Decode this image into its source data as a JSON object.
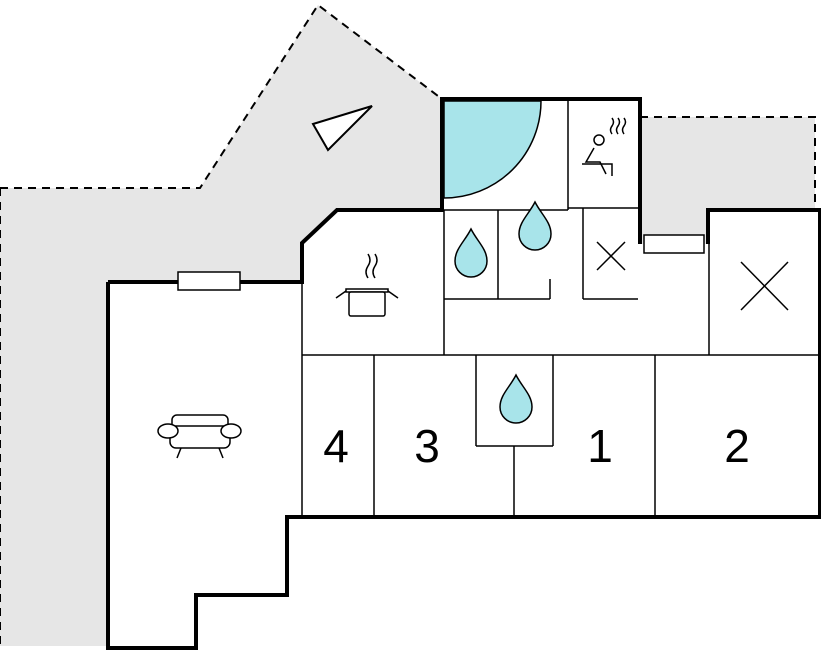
{
  "floorplan": {
    "rooms": [
      {
        "id": "bedroom-4",
        "label": "4",
        "type": "bedroom"
      },
      {
        "id": "bedroom-3",
        "label": "3",
        "type": "bedroom"
      },
      {
        "id": "bedroom-1",
        "label": "1",
        "type": "bedroom"
      },
      {
        "id": "bedroom-2",
        "label": "2",
        "type": "bedroom"
      }
    ],
    "symbols": [
      "sofa-icon",
      "cooking-pot-icon",
      "water-drop-icon",
      "sauna-icon",
      "cross-icon",
      "compass-arrow-icon",
      "pool-quarter-circle"
    ]
  },
  "colors": {
    "wall": "#000000",
    "terrace": "#e6e6e6",
    "pool": "#a8e4ea",
    "water_drop": "#a8e4ea"
  }
}
